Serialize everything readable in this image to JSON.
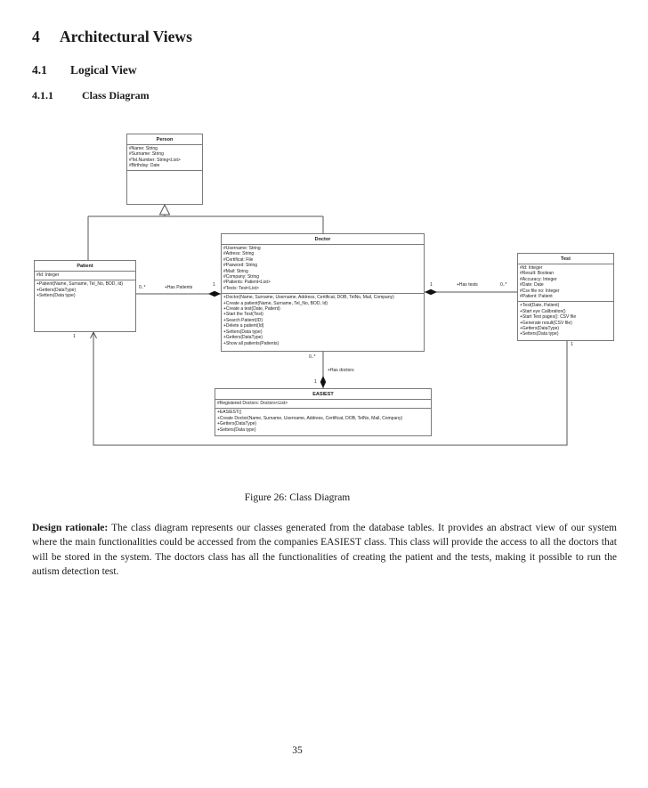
{
  "page": {
    "heading1": {
      "number": "4",
      "title": "Architectural Views"
    },
    "heading2": {
      "number": "4.1",
      "title": "Logical View"
    },
    "heading3": {
      "number": "4.1.1",
      "title": "Class Diagram"
    },
    "figure_caption": "Figure 26: Class Diagram",
    "paragraph": {
      "lead": "Design rationale:",
      "body": "The class diagram represents our classes generated from the database tables. It provides an abstract view of our system where the main functionalities could be accessed from the companies EASIEST class. This class will provide the access to all the doctors that will be stored in the system. The doctors class has all the functionalities of creating the patient and the tests, making it possible to run the autism detection test."
    },
    "page_number": "35"
  },
  "diagram": {
    "classes": {
      "person": {
        "name": "Person",
        "attributes": [
          "#Name: String",
          "#Surname: String",
          "#Tel.Number: String<List>",
          "#Birthday: Date"
        ],
        "methods": []
      },
      "patient": {
        "name": "Patient",
        "attributes": [
          "#Id: Integer"
        ],
        "methods": [
          "+Patient(Name, Surname, Tel_No, BOD, Id)",
          "+Getters(DataType)",
          "+Setters(Data type)"
        ]
      },
      "doctor": {
        "name": "Doctor",
        "attributes": [
          "#Username: String",
          "#Adress: String",
          "#Certificat: File",
          "#Pasword: String",
          "#Mail: String",
          "#Company: String",
          "#Patients: Patient<List>",
          "#Tests: Test<List>"
        ],
        "methods": [
          "+Doctor(Name, Surname, Username, Address, Certificat, DOB, TelNo, Mail, Company)",
          "+Create a patient(Name, Surname, Tel_No, BOD, Id)",
          "+Create a test(Date, Patient)",
          "+Start the Test(Test)",
          "+Search Patient(ID)",
          "+Delete a patient(Id)",
          "+Setters(Data type)",
          "+Getters(DataType)",
          "+Show all patients(Patients)"
        ]
      },
      "test": {
        "name": "Test",
        "attributes": [
          "#Id: Integer",
          "#Result: Boolean",
          "#Accuracy: Integer",
          "#Date: Date",
          "#Csv file no: Integer",
          "#Patient: Patient"
        ],
        "methods": [
          "+Test(Date, Patient)",
          "+Start eye Calibration()",
          "+Start Test pages(): CSV file",
          "+Generate result(CSV file)",
          "+Getters(DataType)",
          "+Setters(Data type)"
        ]
      },
      "easiest": {
        "name": "EASIEST",
        "attributes": [
          "#Registered Doctors: Doctors<List>"
        ],
        "methods": [
          "+EASIEST()",
          "+Create Doctor(Name, Surname, Username, Address, Certificat, DOB, TelNo, Mail, Company)",
          "+Getters(DataType)",
          "+Setters(Data type)"
        ]
      }
    },
    "associations": {
      "patient_doctor": {
        "label": "+Has Patients",
        "patient_mult": "0..*",
        "doctor_mult": "1"
      },
      "doctor_test": {
        "label": "+Has tests",
        "doctor_mult": "1",
        "test_mult": "0..*"
      },
      "easiest_doctor": {
        "label": "+Has doctors",
        "doctor_mult": "0..*",
        "easiest_mult": "1"
      },
      "test_patient": {
        "patient_mult": "1",
        "test_mult": "1"
      }
    },
    "colors": {
      "box_border": "#7a7a7a",
      "line": "#555555",
      "text": "#1a1a1a"
    }
  }
}
